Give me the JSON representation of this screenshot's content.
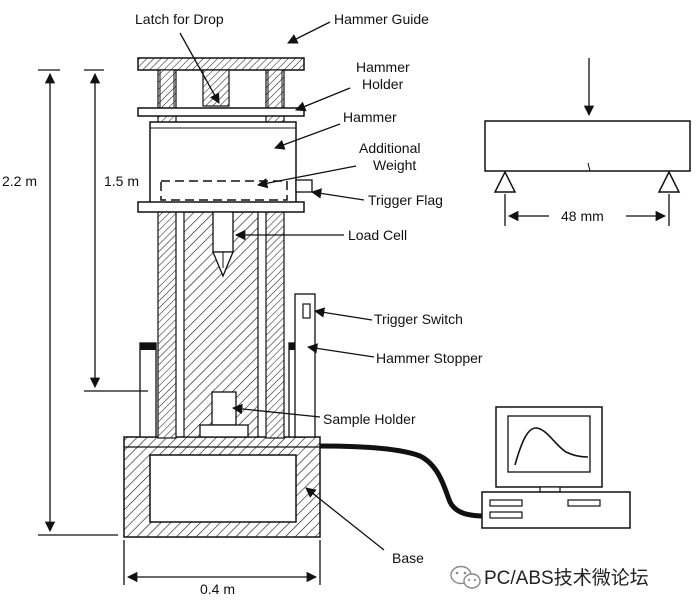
{
  "labels": {
    "latch_for_drop": "Latch for Drop",
    "hammer_guide": "Hammer Guide",
    "hammer_holder_line1": "Hammer",
    "hammer_holder_line2": "Holder",
    "hammer": "Hammer",
    "additional_weight_line1": "Additional",
    "additional_weight_line2": "Weight",
    "trigger_flag": "Trigger Flag",
    "load_cell": "Load Cell",
    "trigger_switch": "Trigger Switch",
    "hammer_stopper": "Hammer Stopper",
    "sample_holder": "Sample Holder",
    "base": "Base"
  },
  "dimensions": {
    "total_height": "2.2 m",
    "drop_height": "1.5 m",
    "base_width": "0.4 m",
    "span": "48 mm"
  },
  "watermark": {
    "text": "PC/ABS技术微论坛",
    "icon": "wechat-icon"
  }
}
